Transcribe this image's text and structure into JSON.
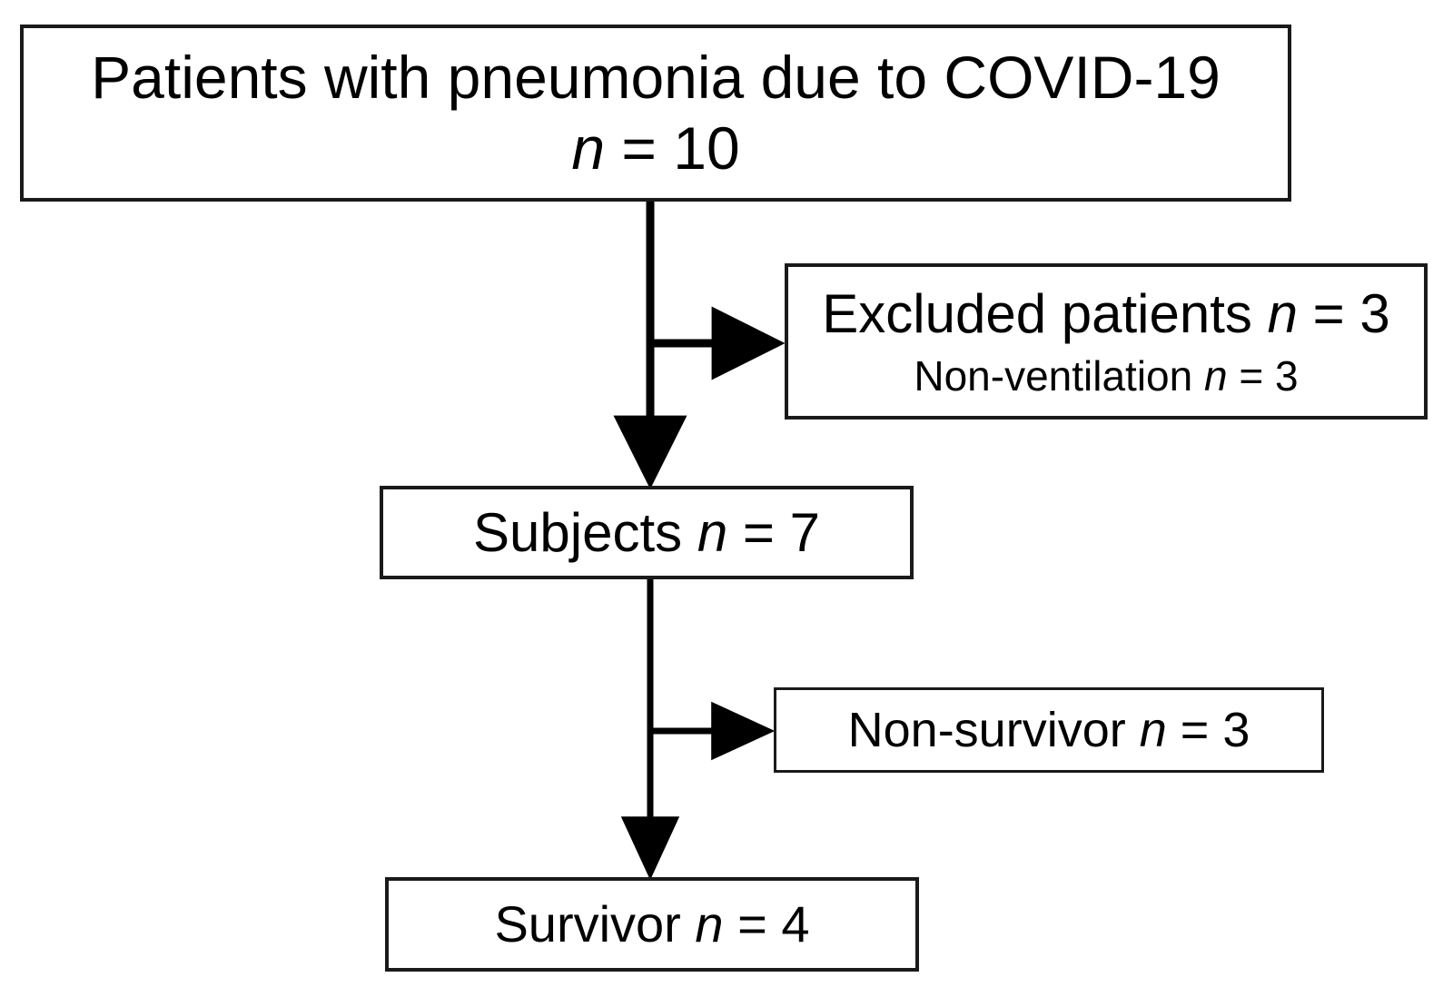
{
  "figure": {
    "type": "patient-flow-diagram",
    "title": "Patient flow diagram",
    "background_color": "#ffffff",
    "line_color": "#1a1a1a",
    "text_color": "#000000"
  },
  "nodes": {
    "enrolled": {
      "id": "enrolled",
      "line1": "Patients with pneumonia due to COVID-19",
      "n_symbol": "n",
      "n_equals": " = ",
      "n_value": "10",
      "count": 10
    },
    "excluded": {
      "id": "excluded",
      "label1": "Excluded patients ",
      "n_symbol": "n",
      "n_equals": " = ",
      "n_value": "3",
      "count": 3,
      "label2": "Non-ventilation ",
      "n_symbol2": "n",
      "n_equals2": " = ",
      "n_value2": "3",
      "count2": 3
    },
    "subjects": {
      "id": "subjects",
      "label": "Subjects ",
      "n_symbol": "n",
      "n_equals": " = ",
      "n_value": "7",
      "count": 7
    },
    "nonsurvivor": {
      "id": "nonsurvivor",
      "label": "Non-survivor  ",
      "n_symbol": "n",
      "n_equals": " = ",
      "n_value": "3",
      "count": 3
    },
    "survivor": {
      "id": "survivor",
      "label": "Survivor ",
      "n_symbol": "n",
      "n_equals": " = ",
      "n_value": "4",
      "count": 4
    }
  },
  "chart_data": {
    "type": "diagram",
    "title": "Patient flow diagram",
    "flow": [
      {
        "step": "Patients with pneumonia due to COVID-19",
        "n": 10
      },
      {
        "step": "Excluded patients",
        "n": 3,
        "reason": "Non-ventilation",
        "reason_n": 3
      },
      {
        "step": "Subjects",
        "n": 7
      },
      {
        "step": "Non-survivor",
        "n": 3
      },
      {
        "step": "Survivor",
        "n": 4
      }
    ],
    "edges": [
      {
        "from": "enrolled",
        "to": "excluded",
        "kind": "branch-right"
      },
      {
        "from": "enrolled",
        "to": "subjects",
        "kind": "down"
      },
      {
        "from": "subjects",
        "to": "nonsurvivor",
        "kind": "branch-right"
      },
      {
        "from": "subjects",
        "to": "survivor",
        "kind": "down"
      }
    ]
  }
}
